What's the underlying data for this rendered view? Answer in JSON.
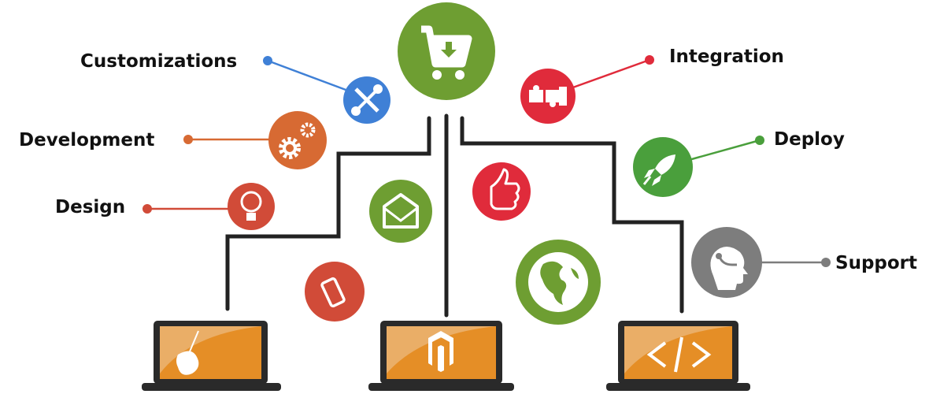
{
  "labels": {
    "customizations": "Customizations",
    "development": "Development",
    "design": "Design",
    "integration": "Integration",
    "deploy": "Deploy",
    "support": "Support"
  },
  "colors": {
    "green": "#6e9e32",
    "blue": "#3f80d6",
    "orange": "#d76a33",
    "red_orange": "#d14b38",
    "red": "#e02b3b",
    "deploy_green": "#4a9f3c",
    "grey": "#7d7d7d",
    "screen_orange": "#e58e26",
    "laptop_body": "#2a2a2a"
  },
  "icons": [
    "shopping-cart-icon",
    "wrench-screwdriver-icon",
    "gears-icon",
    "lightbulb-icon",
    "envelope-icon",
    "mobile-phone-icon",
    "thumbs-up-icon",
    "globe-icon",
    "puzzle-icon",
    "rocket-icon",
    "headset-support-icon",
    "palette-icon",
    "magento-logo-icon",
    "code-icon"
  ]
}
